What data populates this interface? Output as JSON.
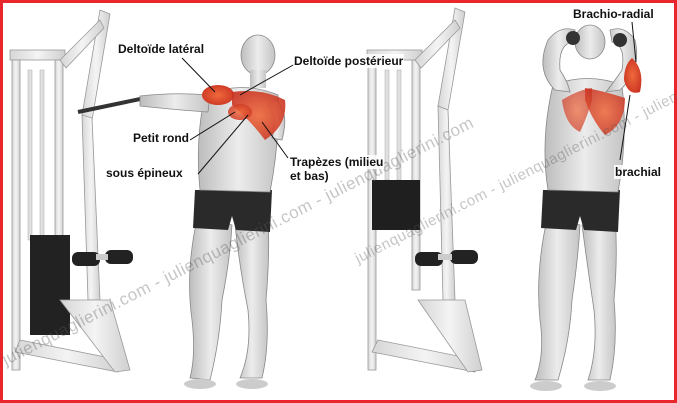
{
  "labels": {
    "deltoide_lateral": "Deltoïde latéral",
    "deltoide_posterieur": "Deltoïde postérieur",
    "petit_rond": "Petit rond",
    "sous_epineux": "sous épineux",
    "trapezes_line1": "Trapèzes (milieu",
    "trapezes_line2": "et bas)",
    "brachio_radial": "Brachio-radial",
    "brachial": "brachial"
  },
  "watermark": "julienquaglierini.com - julienquaglierini.com - julienquaglierini.com",
  "colors": {
    "border": "#e8262b",
    "muscle_highlight": "#e0452e",
    "skin": "#d8d8d8",
    "machine": "#e6e6e6",
    "shorts": "#2a2a2a"
  }
}
